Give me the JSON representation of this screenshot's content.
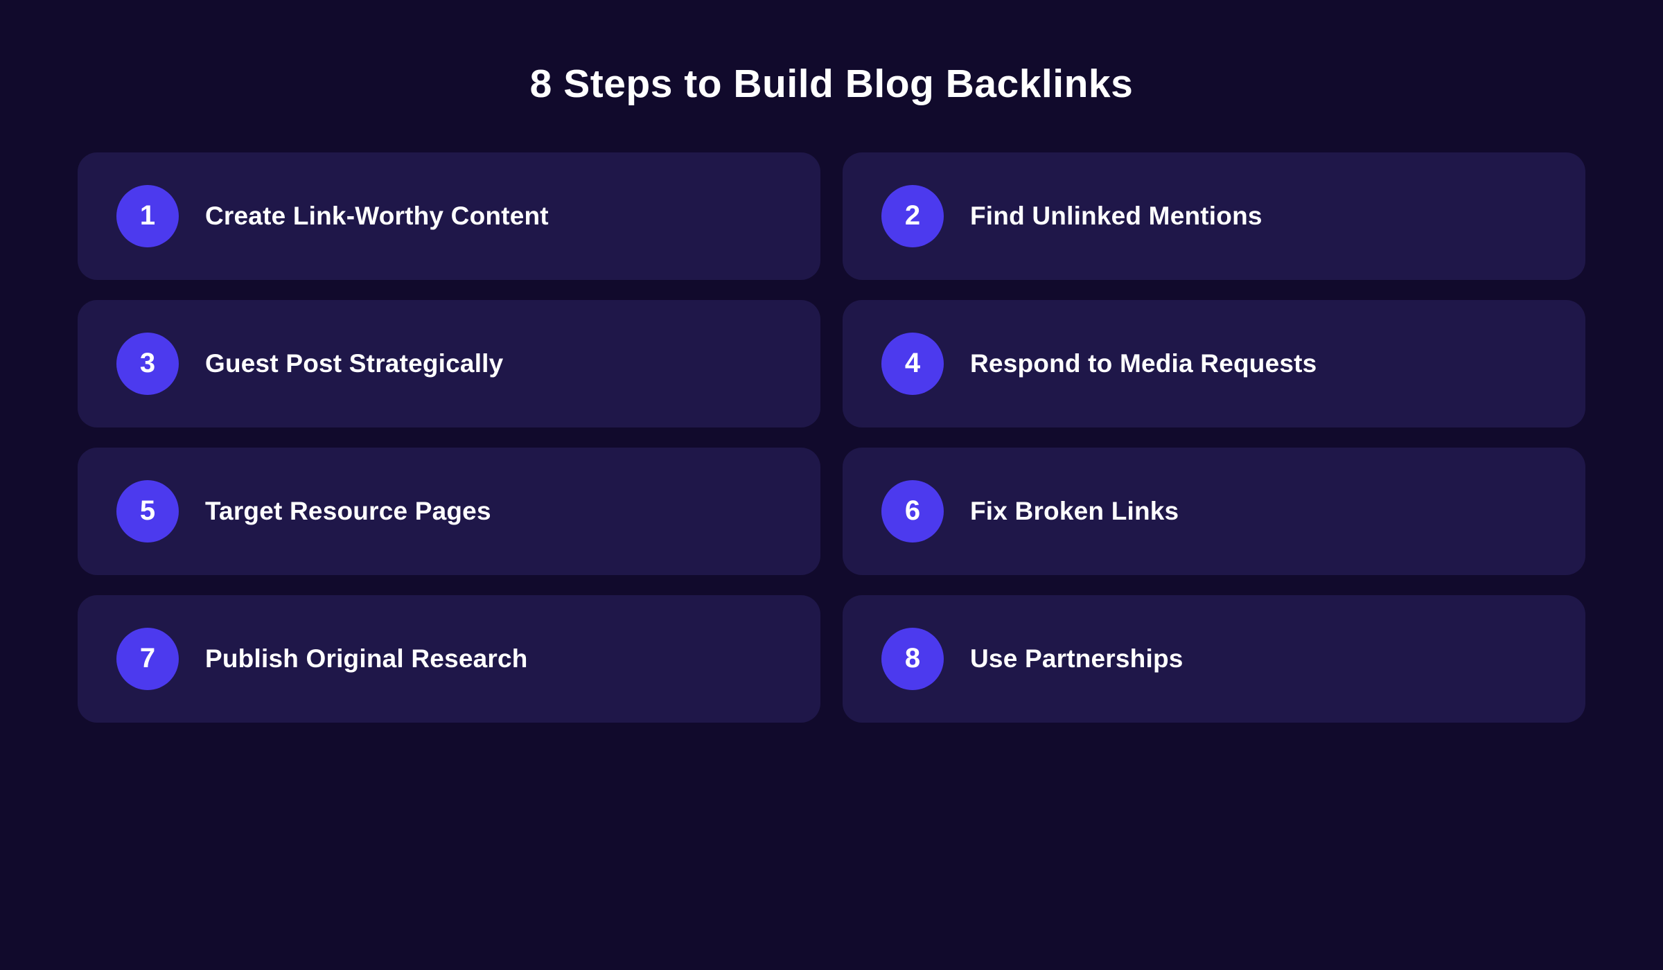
{
  "page": {
    "title": "8 Steps to Build Blog Backlinks"
  },
  "colors": {
    "background": "#110A2C",
    "card": "#1F1749",
    "badge": "#4C3AEE",
    "text": "#FFFFFF"
  },
  "steps": [
    {
      "number": "1",
      "label": "Create Link-Worthy Content"
    },
    {
      "number": "2",
      "label": "Find Unlinked Mentions"
    },
    {
      "number": "3",
      "label": "Guest Post Strategically"
    },
    {
      "number": "4",
      "label": "Respond to Media Requests"
    },
    {
      "number": "5",
      "label": "Target Resource Pages"
    },
    {
      "number": "6",
      "label": "Fix Broken Links"
    },
    {
      "number": "7",
      "label": "Publish Original Research"
    },
    {
      "number": "8",
      "label": "Use Partnerships"
    }
  ]
}
